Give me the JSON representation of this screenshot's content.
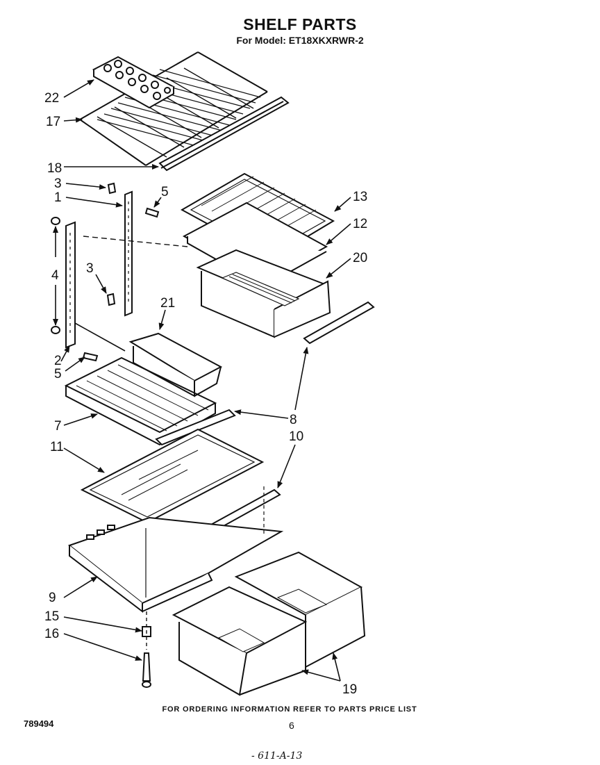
{
  "header": {
    "title": "SHELF PARTS",
    "model": "For Model: ET18XKXRWR-2"
  },
  "footer": {
    "ordering_note": "FOR ORDERING INFORMATION REFER TO PARTS PRICE LIST",
    "document_number": "789494",
    "page_number": "6",
    "handwritten_note": "- 611-A-13"
  },
  "callouts": {
    "c22": "22",
    "c17": "17",
    "c18": "18",
    "c3a": "3",
    "c1": "1",
    "c5a": "5",
    "c13": "13",
    "c12": "12",
    "c20": "20",
    "c4": "4",
    "c3b": "3",
    "c21": "21",
    "c2": "2",
    "c5b": "5",
    "c7": "7",
    "c8": "8",
    "c11": "11",
    "c10": "10",
    "c9": "9",
    "c15": "15",
    "c16": "16",
    "c19": "19"
  }
}
